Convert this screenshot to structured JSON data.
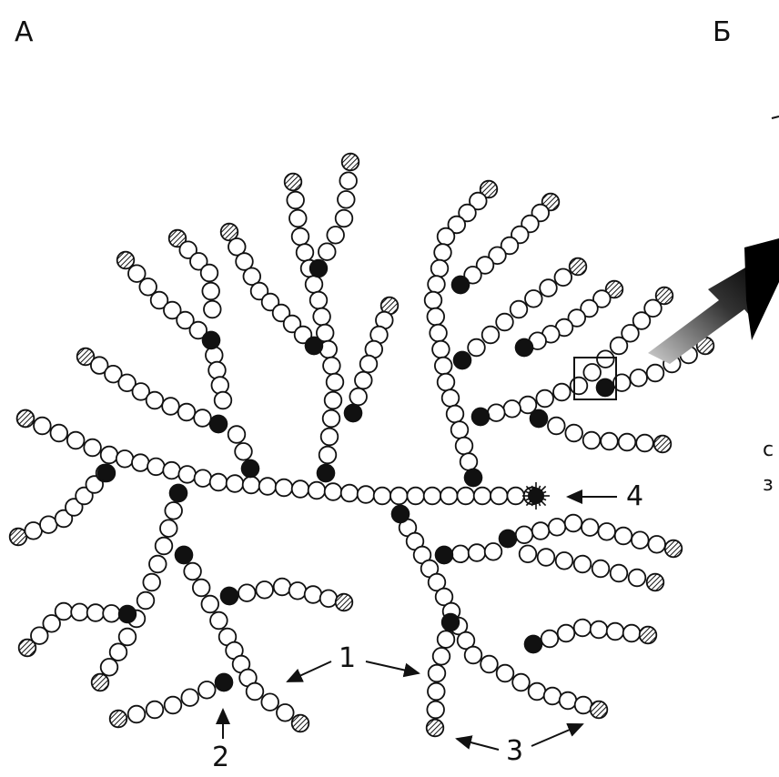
{
  "panels": {
    "a_label": "А",
    "b_label": "Б"
  },
  "callouts": {
    "one": "1",
    "two": "2",
    "three": "3",
    "four": "4"
  },
  "right_edge_text": {
    "line1": "с",
    "line2": "з"
  },
  "diagram": {
    "glucose_fill": "#ffffff",
    "branch_point_fill": "#111111",
    "nonreducing_end_style": "hatched",
    "reducing_end_style": "starburst",
    "stroke": "#111111"
  }
}
